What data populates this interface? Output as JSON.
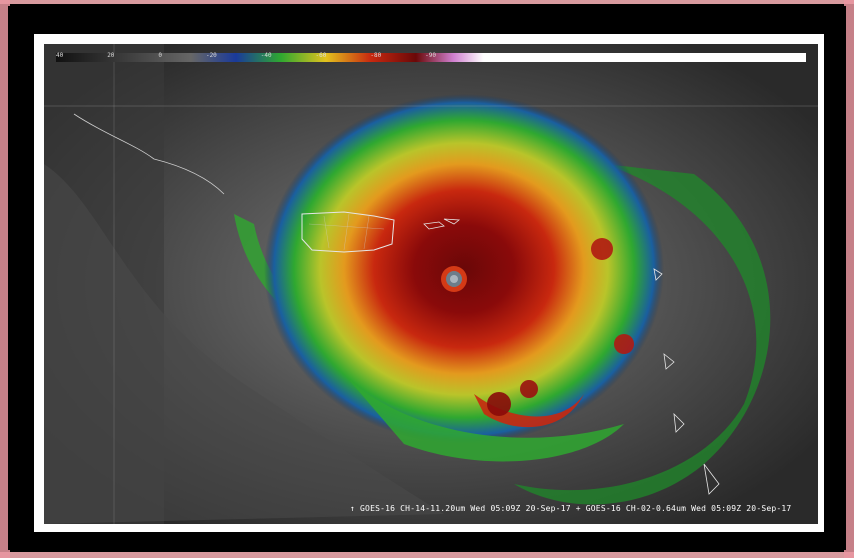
{
  "caption": "↑ GOES-16 CH-14-11.20um   Wed 05:09Z 20-Sep-17 + GOES-16 CH-02-0.64um   Wed 05:09Z 20-Sep-17",
  "colorbar_ticks": [
    "40",
    "20",
    "0",
    "-20",
    "-40",
    "-60",
    "-80",
    "-90"
  ],
  "colors": {
    "frame_outer": "#000000",
    "frame_inner": "#ffffff",
    "edge": "#e8969f",
    "eyewall": "#8a0a0a",
    "inner_band": "#d43a16",
    "mid_band": "#e8a020",
    "outer_band": "#3fb52a",
    "cloud_gray": "#8a8a8a",
    "land_outline": "#e6e6e6"
  },
  "icons": [
    "puerto-rico-outline",
    "hurricane-eye"
  ]
}
